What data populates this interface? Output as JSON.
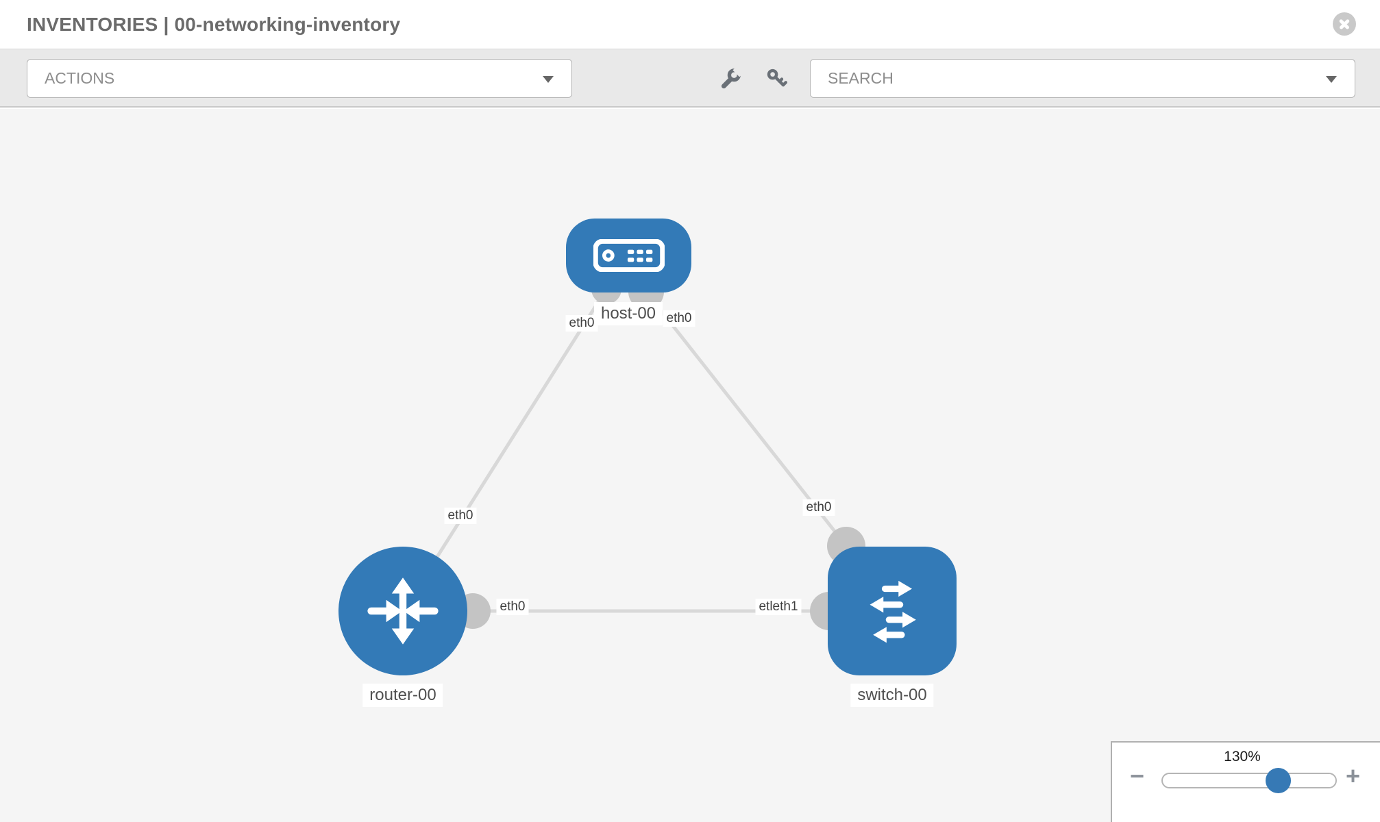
{
  "header": {
    "title": "INVENTORIES | 00-networking-inventory",
    "close_icon": "x-circle-icon"
  },
  "toolbar": {
    "actions": "ACTIONS",
    "search": "SEARCH",
    "icons": [
      "wrench-icon",
      "key-icon"
    ]
  },
  "diagram": {
    "nodes": {
      "host": {
        "label": "host-00",
        "type": "host"
      },
      "router": {
        "label": "router-00",
        "type": "router"
      },
      "switch": {
        "label": "switch-00",
        "type": "switch"
      }
    },
    "interfaces": {
      "host_left": "eth0",
      "host_right": "eth0",
      "router_uplink": "eth0",
      "switch_uplink": "eth0",
      "router_lan": "eth0",
      "switch_lan": "etleth1"
    },
    "links": [
      {
        "from": "host-00",
        "to": "router-00"
      },
      {
        "from": "host-00",
        "to": "switch-00"
      },
      {
        "from": "router-00",
        "to": "switch-00"
      }
    ]
  },
  "zoom_panel": {
    "level": "130%",
    "minus": "−",
    "plus": "+"
  },
  "colors": {
    "node_blue": "#337ab7",
    "link_gray": "#d8d8d8",
    "connector_gray": "#c4c4c4",
    "toolbar_bg": "#e9e9e9"
  }
}
